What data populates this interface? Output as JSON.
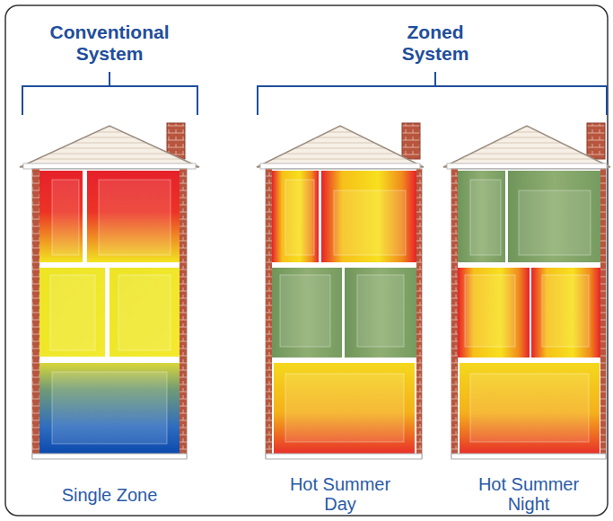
{
  "diagram": {
    "labels": [
      "Conventional System",
      "Zoned System",
      "Single Zone",
      "Hot Summer Day",
      "Hot Summer Night"
    ]
  }
}
